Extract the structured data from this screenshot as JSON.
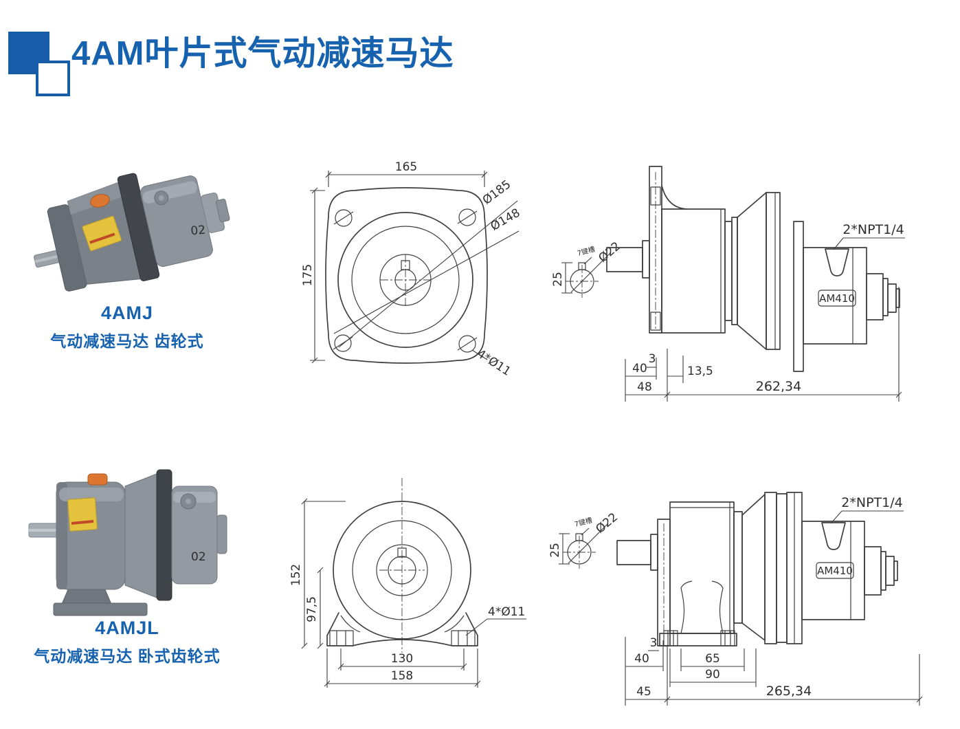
{
  "header": {
    "title": "4AM叶片式气动减速马达"
  },
  "products": [
    {
      "code": "4AMJ",
      "desc": "气动减速马达 齿轮式",
      "badge": "02"
    },
    {
      "code": "4AMJL",
      "desc": "气动减速马达 卧式齿轮式",
      "badge": "02"
    }
  ],
  "drawings": {
    "flange_front": {
      "width": "165",
      "height": "175",
      "outer_dia": "Ø185",
      "pitch_dia": "Ø148",
      "holes": "4*Ø11"
    },
    "flange_side": {
      "ports": "2*NPT1/4",
      "model": "AM410",
      "key": "7键槽",
      "shaft_dia": "Ø22",
      "shaft_h": "25",
      "d3": "3",
      "d40": "40",
      "d13_5": "13,5",
      "d48": "48",
      "total": "262,34"
    },
    "foot_front": {
      "height": "152",
      "shaft_height": "97,5",
      "bolt_span": "130",
      "base_width": "158",
      "holes": "4*Ø11"
    },
    "foot_side": {
      "ports": "2*NPT1/4",
      "model": "AM410",
      "key": "7键槽",
      "shaft_dia": "Ø22",
      "shaft_h": "25",
      "d3": "3",
      "d40": "40",
      "d65": "65",
      "d90": "90",
      "d45": "45",
      "total": "265,34"
    }
  },
  "colors": {
    "accent": "#175CA8",
    "line": "#3f3f3f"
  }
}
